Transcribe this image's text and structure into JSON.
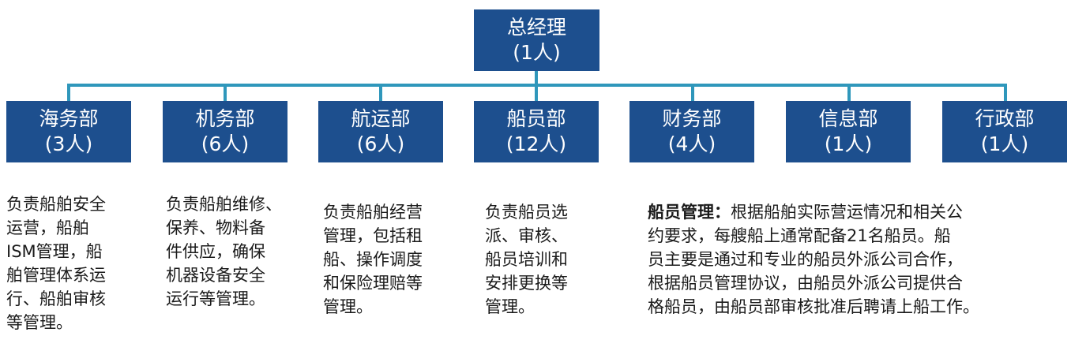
{
  "top": {
    "title": "总经理",
    "count": "(1人)"
  },
  "departments": [
    {
      "name": "海务部",
      "count": "(3人)"
    },
    {
      "name": "机务部",
      "count": "(6人)"
    },
    {
      "name": "航运部",
      "count": "(6人)"
    },
    {
      "name": "船员部",
      "count": "(12人)"
    },
    {
      "name": "财务部",
      "count": "(4人)"
    },
    {
      "name": "信息部",
      "count": "(1人)"
    },
    {
      "name": "行政部",
      "count": "(1人)"
    }
  ],
  "descriptions": [
    "负责船舶安全\n运营，船舶\nISM管理，船\n舶管理体系运\n行、船舶审核\n等管理。",
    "负责船舶维修、\n保养、物料备\n件供应，确保\n机器设备安全\n运行等管理。",
    "负责船舶经营\n管理，包括租\n船、操作调度\n和保险理赔等\n管理。",
    "负责船员选\n派、审核、\n船员培训和\n安排更换等\n管理。"
  ],
  "crew_note": {
    "label": "船员管理：",
    "text": "根据船舶实际营运情况和相关公\n约要求，每艘船上通常配备21名船员。船\n员主要是通过和专业的船员外派公司合作，\n根据船员管理协议，由船员外派公司提供合\n格船员，由船员部审核批准后聘请上船工作。"
  },
  "colors": {
    "box": "#1d4f8e",
    "connector": "#2f97bb"
  }
}
